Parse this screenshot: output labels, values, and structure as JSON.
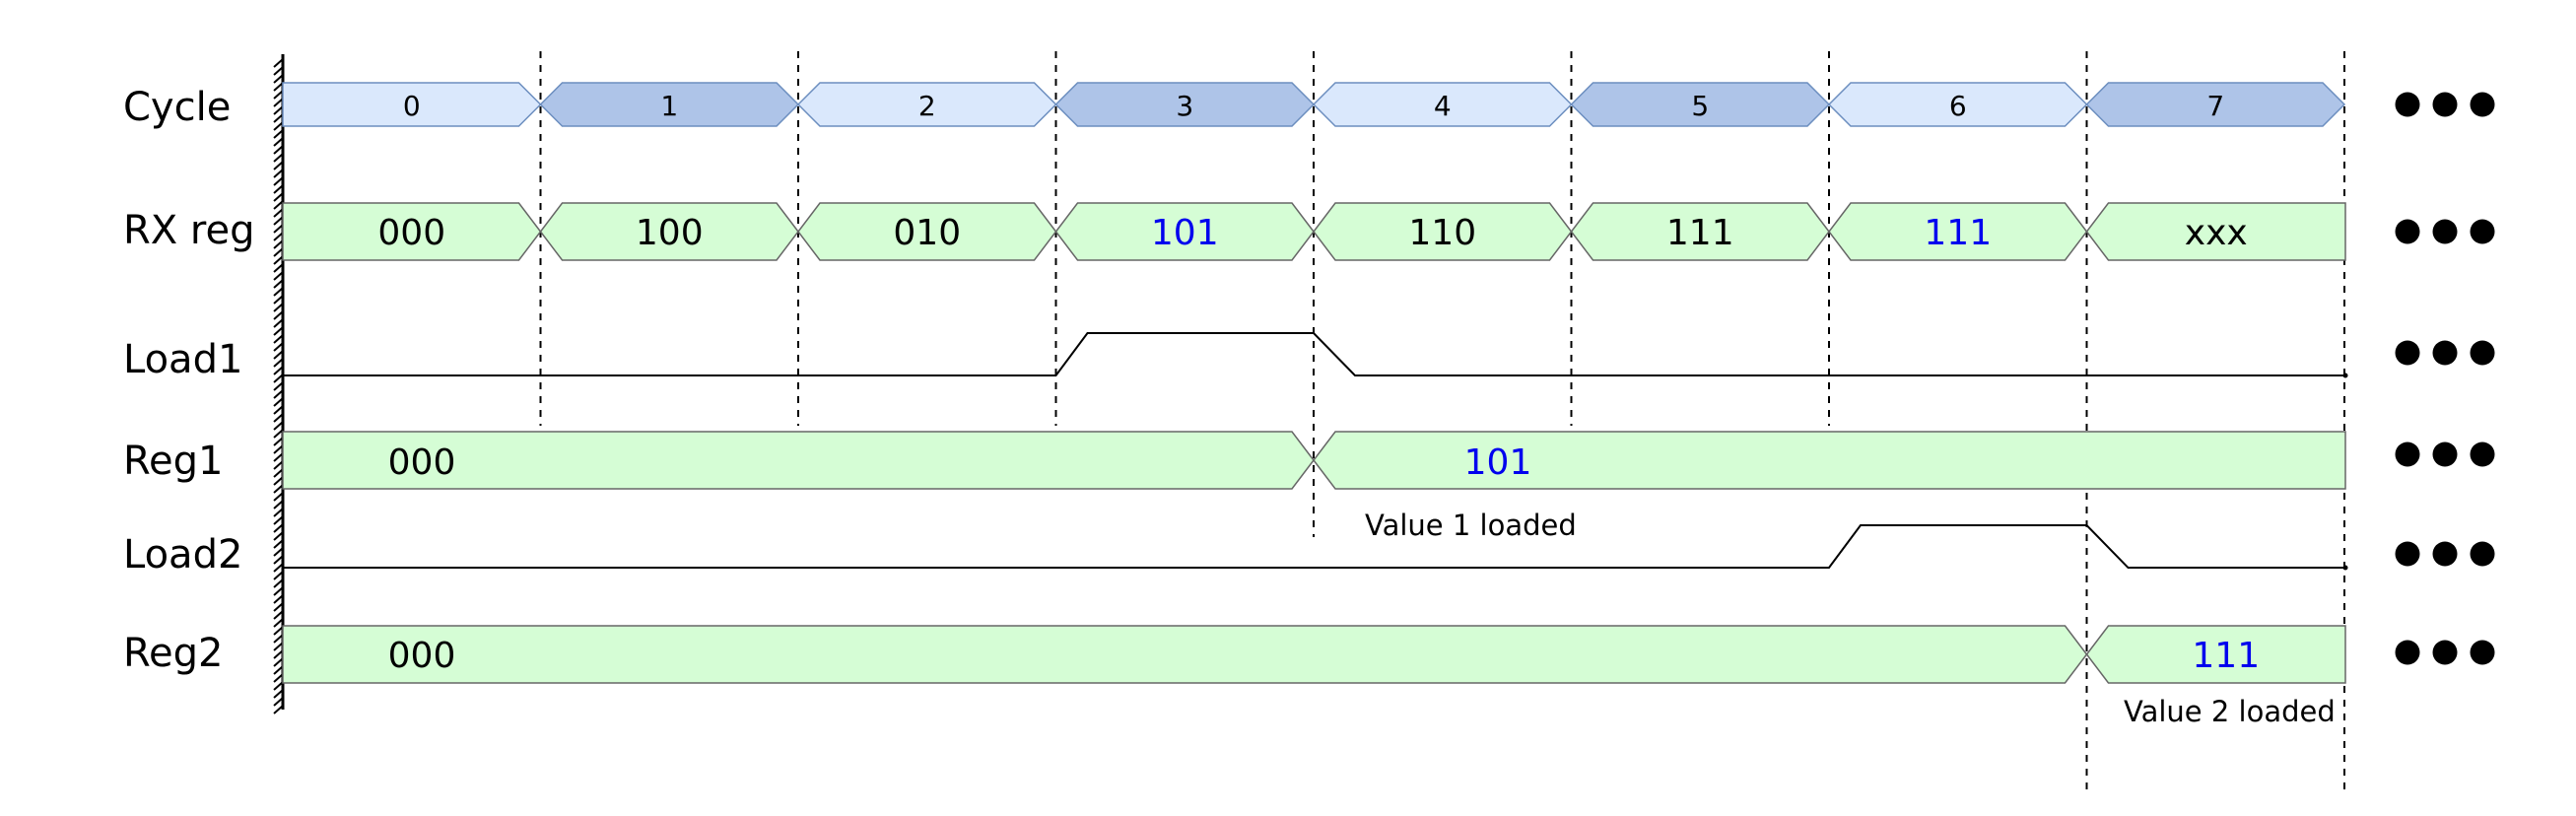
{
  "signal_labels": [
    "Cycle",
    "RX reg",
    "Load1",
    "Reg1",
    "Load2",
    "Reg2"
  ],
  "cycle": {
    "values": [
      "0",
      "1",
      "2",
      "3",
      "4",
      "5",
      "6",
      "7"
    ],
    "colors": [
      "#dae8fc",
      "#aec4e8",
      "#dae8fc",
      "#aec4e8",
      "#dae8fc",
      "#aec4e8",
      "#dae8fc",
      "#aec4e8"
    ]
  },
  "rx_reg": {
    "values": [
      "000",
      "100",
      "010",
      "101",
      "110",
      "111",
      "111",
      "xxx"
    ],
    "highlight": [
      false,
      false,
      false,
      true,
      false,
      false,
      true,
      false
    ]
  },
  "load1": {
    "high_cycles": [
      3
    ]
  },
  "reg1": {
    "segments": [
      {
        "value": "000",
        "highlight": false
      },
      {
        "value": "101",
        "highlight": true
      }
    ]
  },
  "load2": {
    "high_cycles": [
      6
    ]
  },
  "reg2": {
    "segments": [
      {
        "value": "000",
        "highlight": false
      },
      {
        "value": "111",
        "highlight": true
      }
    ]
  },
  "annotations": {
    "value1": "Value 1 loaded",
    "value2": "Value 2 loaded"
  },
  "continuation": "●●●",
  "colors": {
    "bus_fill": "#d5fdd5",
    "bus_stroke": "#666666",
    "cycle_stroke": "#6c8ebf",
    "highlight_text": "#0000ee",
    "normal_text": "#000000"
  }
}
